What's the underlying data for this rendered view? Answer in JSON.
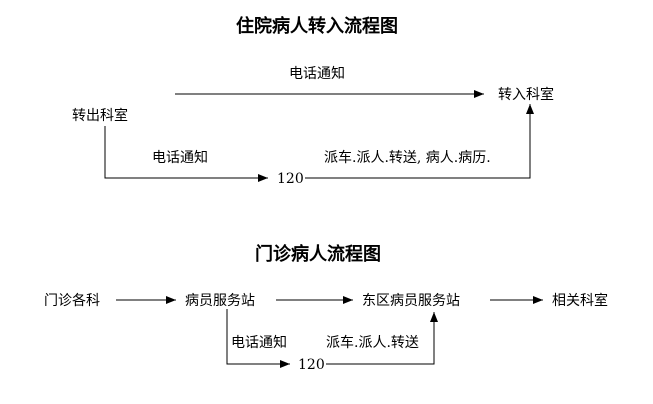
{
  "inpatient": {
    "title": "住院病人转入流程图",
    "dept_out": "转出科室",
    "dept_in": "转入科室",
    "phone_notice_top": "电话通知",
    "phone_notice_bottom": "电话通知",
    "hotline": "120",
    "dispatch": "派车.派人.转送, 病人.病历."
  },
  "outpatient": {
    "title": "门诊病人流程图",
    "clinic": "门诊各科",
    "service_station": "病员服务站",
    "east_station": "东区病员服务站",
    "related_dept": "相关科室",
    "phone_notice": "电话通知",
    "dispatch": "派车.派人.转送",
    "hotline": "120"
  }
}
